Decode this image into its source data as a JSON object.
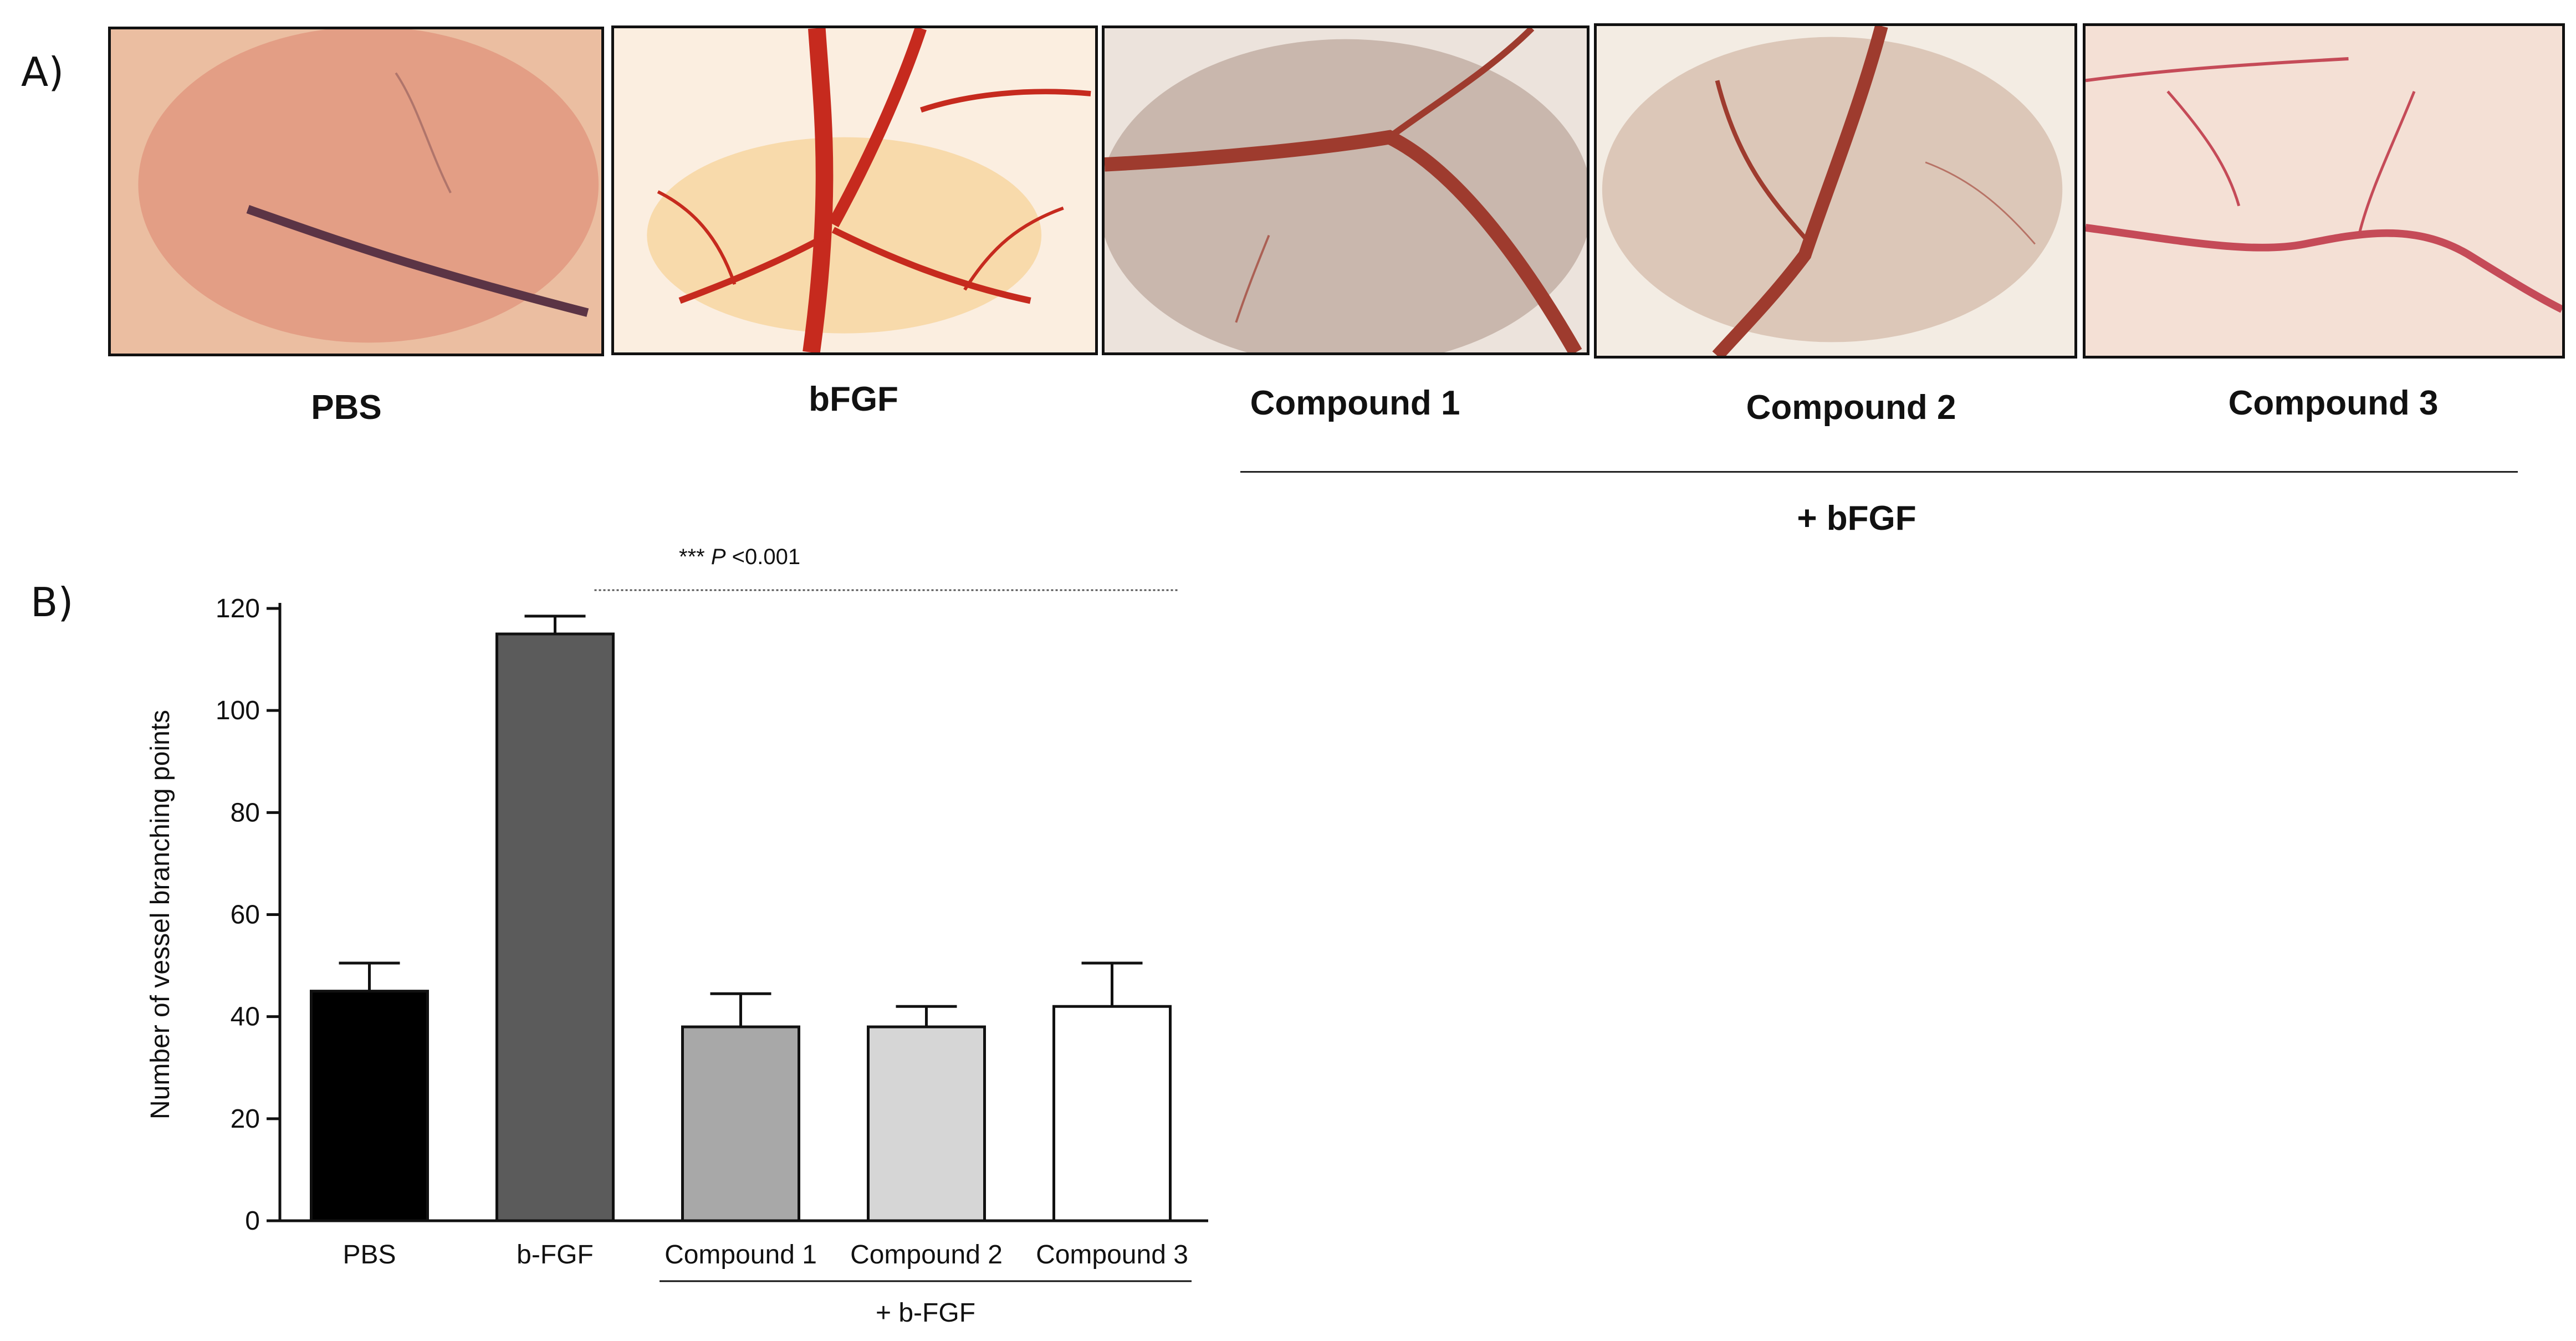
{
  "panels": {
    "a_label": "A)",
    "b_label": "B)"
  },
  "photos": [
    {
      "label": "PBS",
      "bg": "#e7a88c"
    },
    {
      "label": "bFGF",
      "bg": "#fbeee0"
    },
    {
      "label": "Compound 1",
      "bg": "#c9b7ad"
    },
    {
      "label": "Compound 2",
      "bg": "#dcc7b8"
    },
    {
      "label": "Compound 3",
      "bg": "#f1d9cc"
    }
  ],
  "photo_group_label": "+ bFGF",
  "colors": {
    "vessel_red": "#c62a1e",
    "vessel_dark": "#5b3445",
    "vessel_brown": "#9e3b2e"
  },
  "chart_data": {
    "type": "bar",
    "categories": [
      "PBS",
      "b-FGF",
      "Compound 1",
      "Compound 2",
      "Compound 3"
    ],
    "values": [
      45,
      115,
      38,
      38,
      42
    ],
    "errors": [
      5.5,
      3.5,
      6.5,
      4,
      8.5
    ],
    "bar_colors": [
      "#000000",
      "#5b5b5b",
      "#a8a8a8",
      "#d6d6d6",
      "#ffffff"
    ],
    "ylabel": "Number of vessel branching points",
    "ylim": [
      0,
      120
    ],
    "yticks": [
      0,
      20,
      40,
      60,
      80,
      100,
      120
    ],
    "group_label": "+ b-FGF",
    "significance": {
      "stars": "***",
      "p_symbol": "P",
      "p_text": "<0.001"
    }
  }
}
